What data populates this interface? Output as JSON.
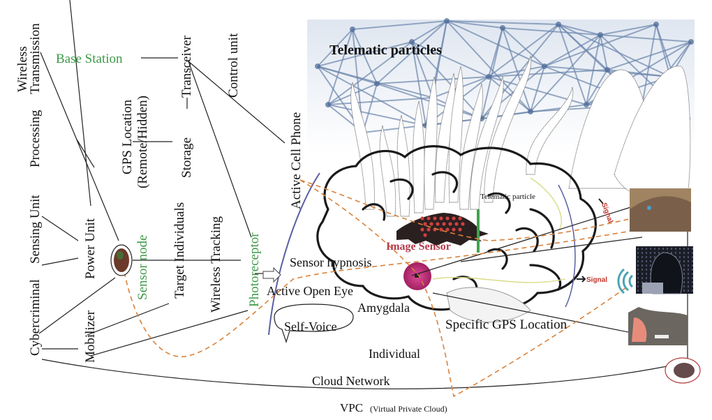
{
  "diagram": {
    "title_banner": "Telematic particles",
    "labels": {
      "wireless_transmission_line1": "Wireless",
      "wireless_transmission_line2": "Transmission",
      "processing": "Processing",
      "sensing_unit": "Sensing Unit",
      "cybercriminal": "Cybercriminal",
      "power_unit": "Power Unit",
      "mobilizer": "Mobilizer",
      "base_station": "Base Station",
      "gps_location_line1": "GPS Location",
      "gps_location_line2": "(Remote/Hidden)",
      "storage": "Storage",
      "transceiver": "Transceiver",
      "control_unit": "Control unit",
      "target_individuals": "Target Individuals",
      "wireless_tracking": "Wireless Tracking",
      "sensor_node": "Sensor node",
      "photoreceptor": "Photoreceptor",
      "active_cell_phone": "Active Cell Phone",
      "telematic_particle": "Telematic particle",
      "image_sensor": "Image Sensor",
      "sensor_hypnosis": "Sensor hypnosis",
      "active_open_eye": "Active Open Eye",
      "amygdala": "Amygdala",
      "self_voice": "Self-Voice",
      "specific_gps_location": "Specific GPS Location",
      "individual": "Individual",
      "cloud_network": "Cloud Network",
      "signal_1": "Signal",
      "signal_2": "Signal",
      "vpc": "VPC",
      "vpc_full": "(Virtual Private Cloud)"
    },
    "icons": {
      "sensor_node": "sensor-node-chip-icon",
      "cloud_node": "cloud-node-chip-icon",
      "wifi": "wifi-signal-icon",
      "hacker": "hacker-photo",
      "animal_top": "animal-head-top-photo",
      "animal_bottom": "animal-head-bottom-photo"
    },
    "colors": {
      "green_label": "#3d9a47",
      "image_sensor_label": "#b33a4c",
      "dashed_path": "#d9823a",
      "network_blue": "#6d87ad",
      "amygdala_magenta": "#c0307a",
      "signal_red": "#c0352c"
    }
  }
}
